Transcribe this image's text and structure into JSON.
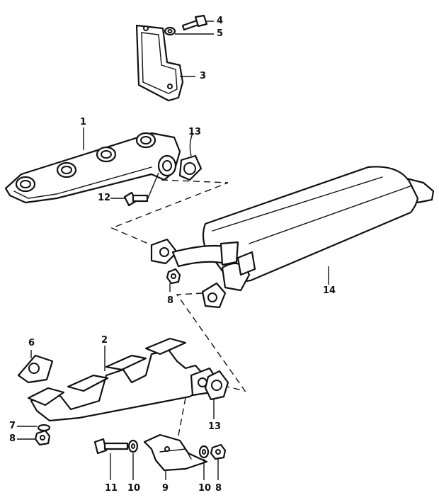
{
  "callouts": {
    "manifold_left": "1",
    "manifold_right": "2",
    "heat_shield_upper": "3",
    "bolt_upper": "4",
    "washer_upper": "5",
    "gasket_left": "6",
    "washer_small": "7",
    "nut_center": "8",
    "nut_lower_left": "8",
    "nut_lower_right": "8",
    "heat_shield_lower": "9",
    "washer_lower_a": "10",
    "washer_lower_b": "10",
    "bolt_lower": "11",
    "bolt_manifold": "12",
    "gasket_upper": "13",
    "gasket_lower": "13",
    "muffler": "14"
  }
}
